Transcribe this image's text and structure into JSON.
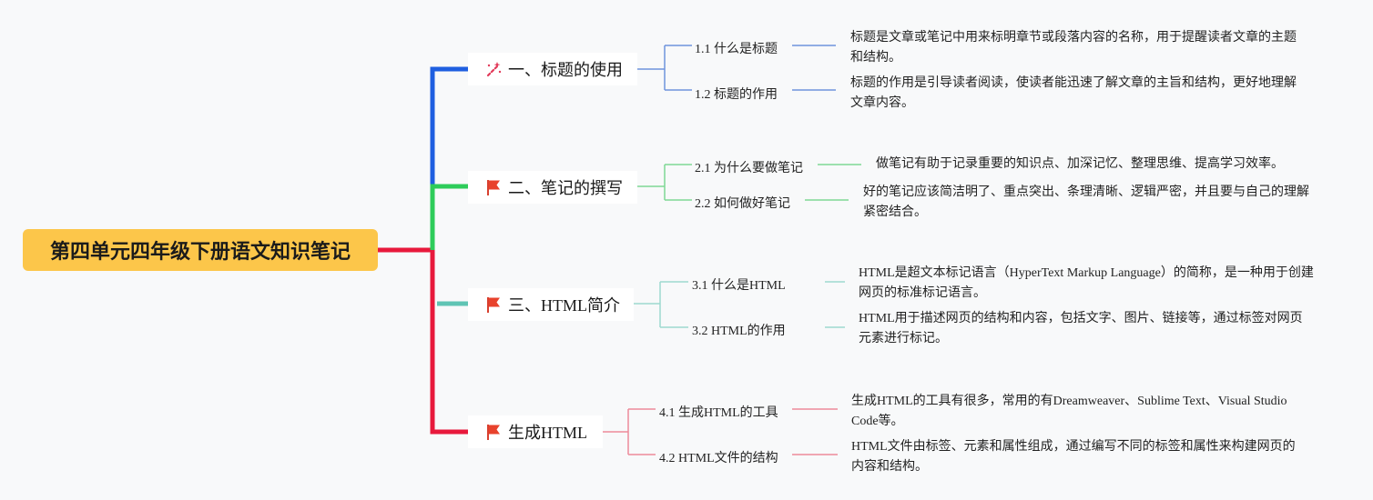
{
  "root": {
    "title": "第四单元四年级下册语文知识笔记"
  },
  "branches": [
    {
      "label": "一、标题的使用",
      "icon": "magic-wand-icon",
      "color": "#1f5fe0",
      "items": [
        {
          "label": "1.1 什么是标题",
          "detail": [
            "标题是文章或笔记中用来标明章节或段落内容的名称，用于提醒读者文章的主题",
            "和结构。"
          ]
        },
        {
          "label": "1.2 标题的作用",
          "detail": [
            "标题的作用是引导读者阅读，使读者能迅速了解文章的主旨和结构，更好地理解",
            "文章内容。"
          ]
        }
      ]
    },
    {
      "label": "二、笔记的撰写",
      "icon": "red-flag-icon",
      "color": "#2ecc5a",
      "items": [
        {
          "label": "2.1 为什么要做笔记",
          "detail": [
            "做笔记有助于记录重要的知识点、加深记忆、整理思维、提高学习效率。"
          ]
        },
        {
          "label": "2.2 如何做好笔记",
          "detail": [
            "好的笔记应该简洁明了、重点突出、条理清晰、逻辑严密，并且要与自己的理解",
            "紧密结合。"
          ]
        }
      ]
    },
    {
      "label": "三、HTML简介",
      "icon": "red-flag-icon",
      "color": "#5fc4b4",
      "items": [
        {
          "label": "3.1 什么是HTML",
          "detail": [
            "HTML是超文本标记语言（HyperText Markup Language）的简称，是一种用于创建",
            "网页的标准标记语言。"
          ]
        },
        {
          "label": "3.2 HTML的作用",
          "detail": [
            "HTML用于描述网页的结构和内容，包括文字、图片、链接等，通过标签对网页",
            "元素进行标记。"
          ]
        }
      ]
    },
    {
      "label": "生成HTML",
      "icon": "red-flag-icon",
      "color": "#e8193c",
      "items": [
        {
          "label": "4.1 生成HTML的工具",
          "detail": [
            "生成HTML的工具有很多，常用的有Dreamweaver、Sublime Text、Visual Studio",
            "Code等。"
          ]
        },
        {
          "label": "4.2 HTML文件的结构",
          "detail": [
            "HTML文件由标签、元素和属性组成，通过编写不同的标签和属性来构建网页的",
            "内容和结构。"
          ]
        }
      ]
    }
  ],
  "colors": {
    "root_fill": "#fcc64a",
    "sub_line_1": "#6f94dd",
    "sub_line_2": "#7fd894",
    "sub_line_3": "#9dd9cf",
    "sub_line_4": "#ee8a9a"
  }
}
